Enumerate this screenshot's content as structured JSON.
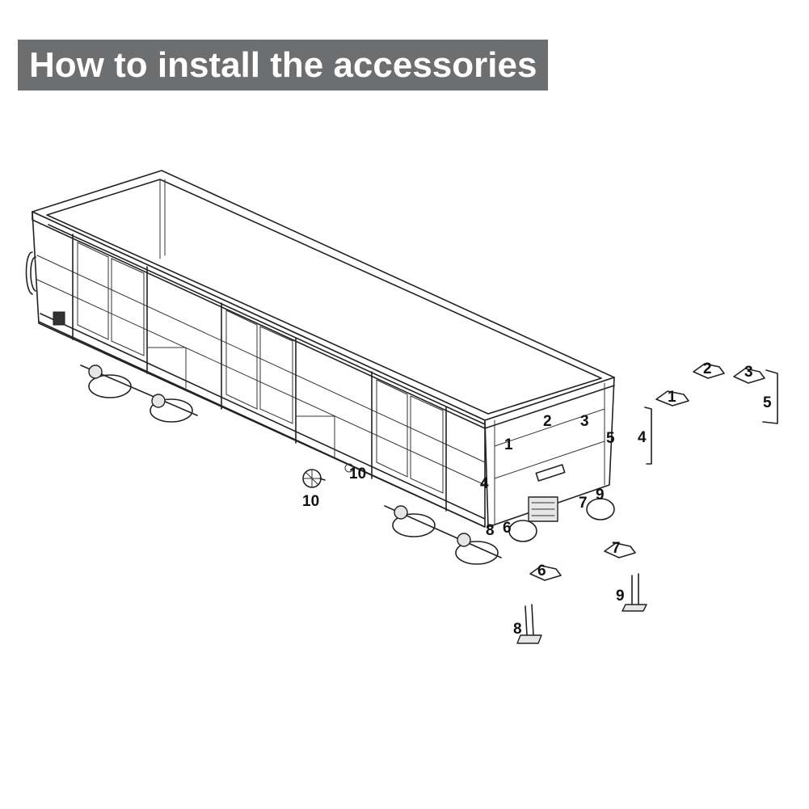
{
  "title": "How to install the accessories",
  "colors": {
    "banner_bg": "#6d6e70",
    "banner_text": "#ffffff",
    "line": "#222222"
  },
  "callouts": {
    "car_1": "1",
    "car_2": "2",
    "car_3": "3",
    "car_4": "4",
    "car_5": "5",
    "car_6": "6",
    "car_7": "7",
    "car_8": "8",
    "car_9": "9",
    "car_10": "10",
    "part_1": "1",
    "part_2": "2",
    "part_3": "3",
    "part_4": "4",
    "part_5": "5",
    "part_6": "6",
    "part_7": "7",
    "part_8": "8",
    "part_9": "9",
    "part_10": "10"
  }
}
